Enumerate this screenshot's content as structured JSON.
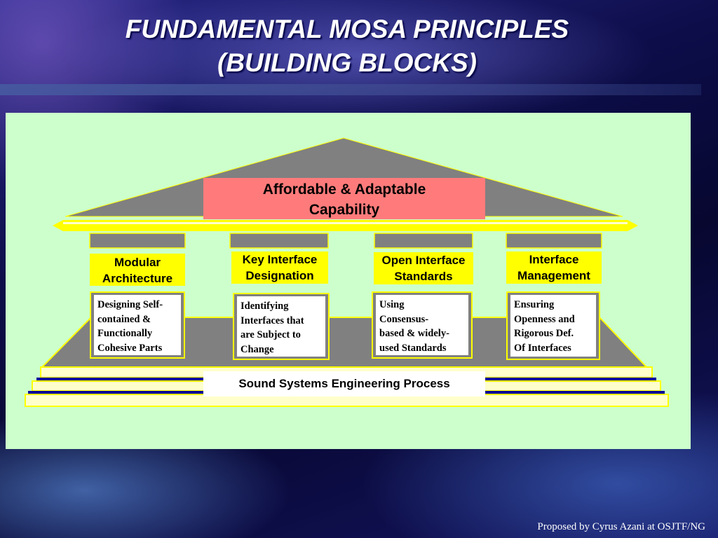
{
  "title": {
    "line1": "FUNDAMENTAL MOSA PRINCIPLES",
    "line2": "(BUILDING BLOCKS)"
  },
  "roof": {
    "label_line1": "Affordable & Adaptable",
    "label_line2": "Capability"
  },
  "pillars": [
    {
      "label_line1": "Modular",
      "label_line2": "Architecture",
      "desc": [
        "Designing Self-",
        "contained &",
        "Functionally",
        "Cohesive Parts"
      ]
    },
    {
      "label_line1": "Key Interface",
      "label_line2": "Designation",
      "desc": [
        "Identifying",
        "Interfaces that",
        "are Subject to",
        "Change"
      ]
    },
    {
      "label_line1": "Open Interface",
      "label_line2": "Standards",
      "desc": [
        "Using",
        "Consensus-",
        "based & widely-",
        "used Standards"
      ]
    },
    {
      "label_line1": "Interface",
      "label_line2": "Management",
      "desc": [
        "Ensuring",
        "Openness and",
        "Rigorous Def.",
        "Of  Interfaces"
      ]
    }
  ],
  "foundation": {
    "label": "Sound Systems Engineering Process"
  },
  "footer": {
    "credit": "Proposed by Cyrus Azani at OSJTF/NG"
  },
  "colors": {
    "panel": "#ccffcc",
    "structure_gray": "#808080",
    "accent_yellow": "#ffff00",
    "roof_label": "#ff7b7b",
    "stripe_blue": "#000099"
  }
}
